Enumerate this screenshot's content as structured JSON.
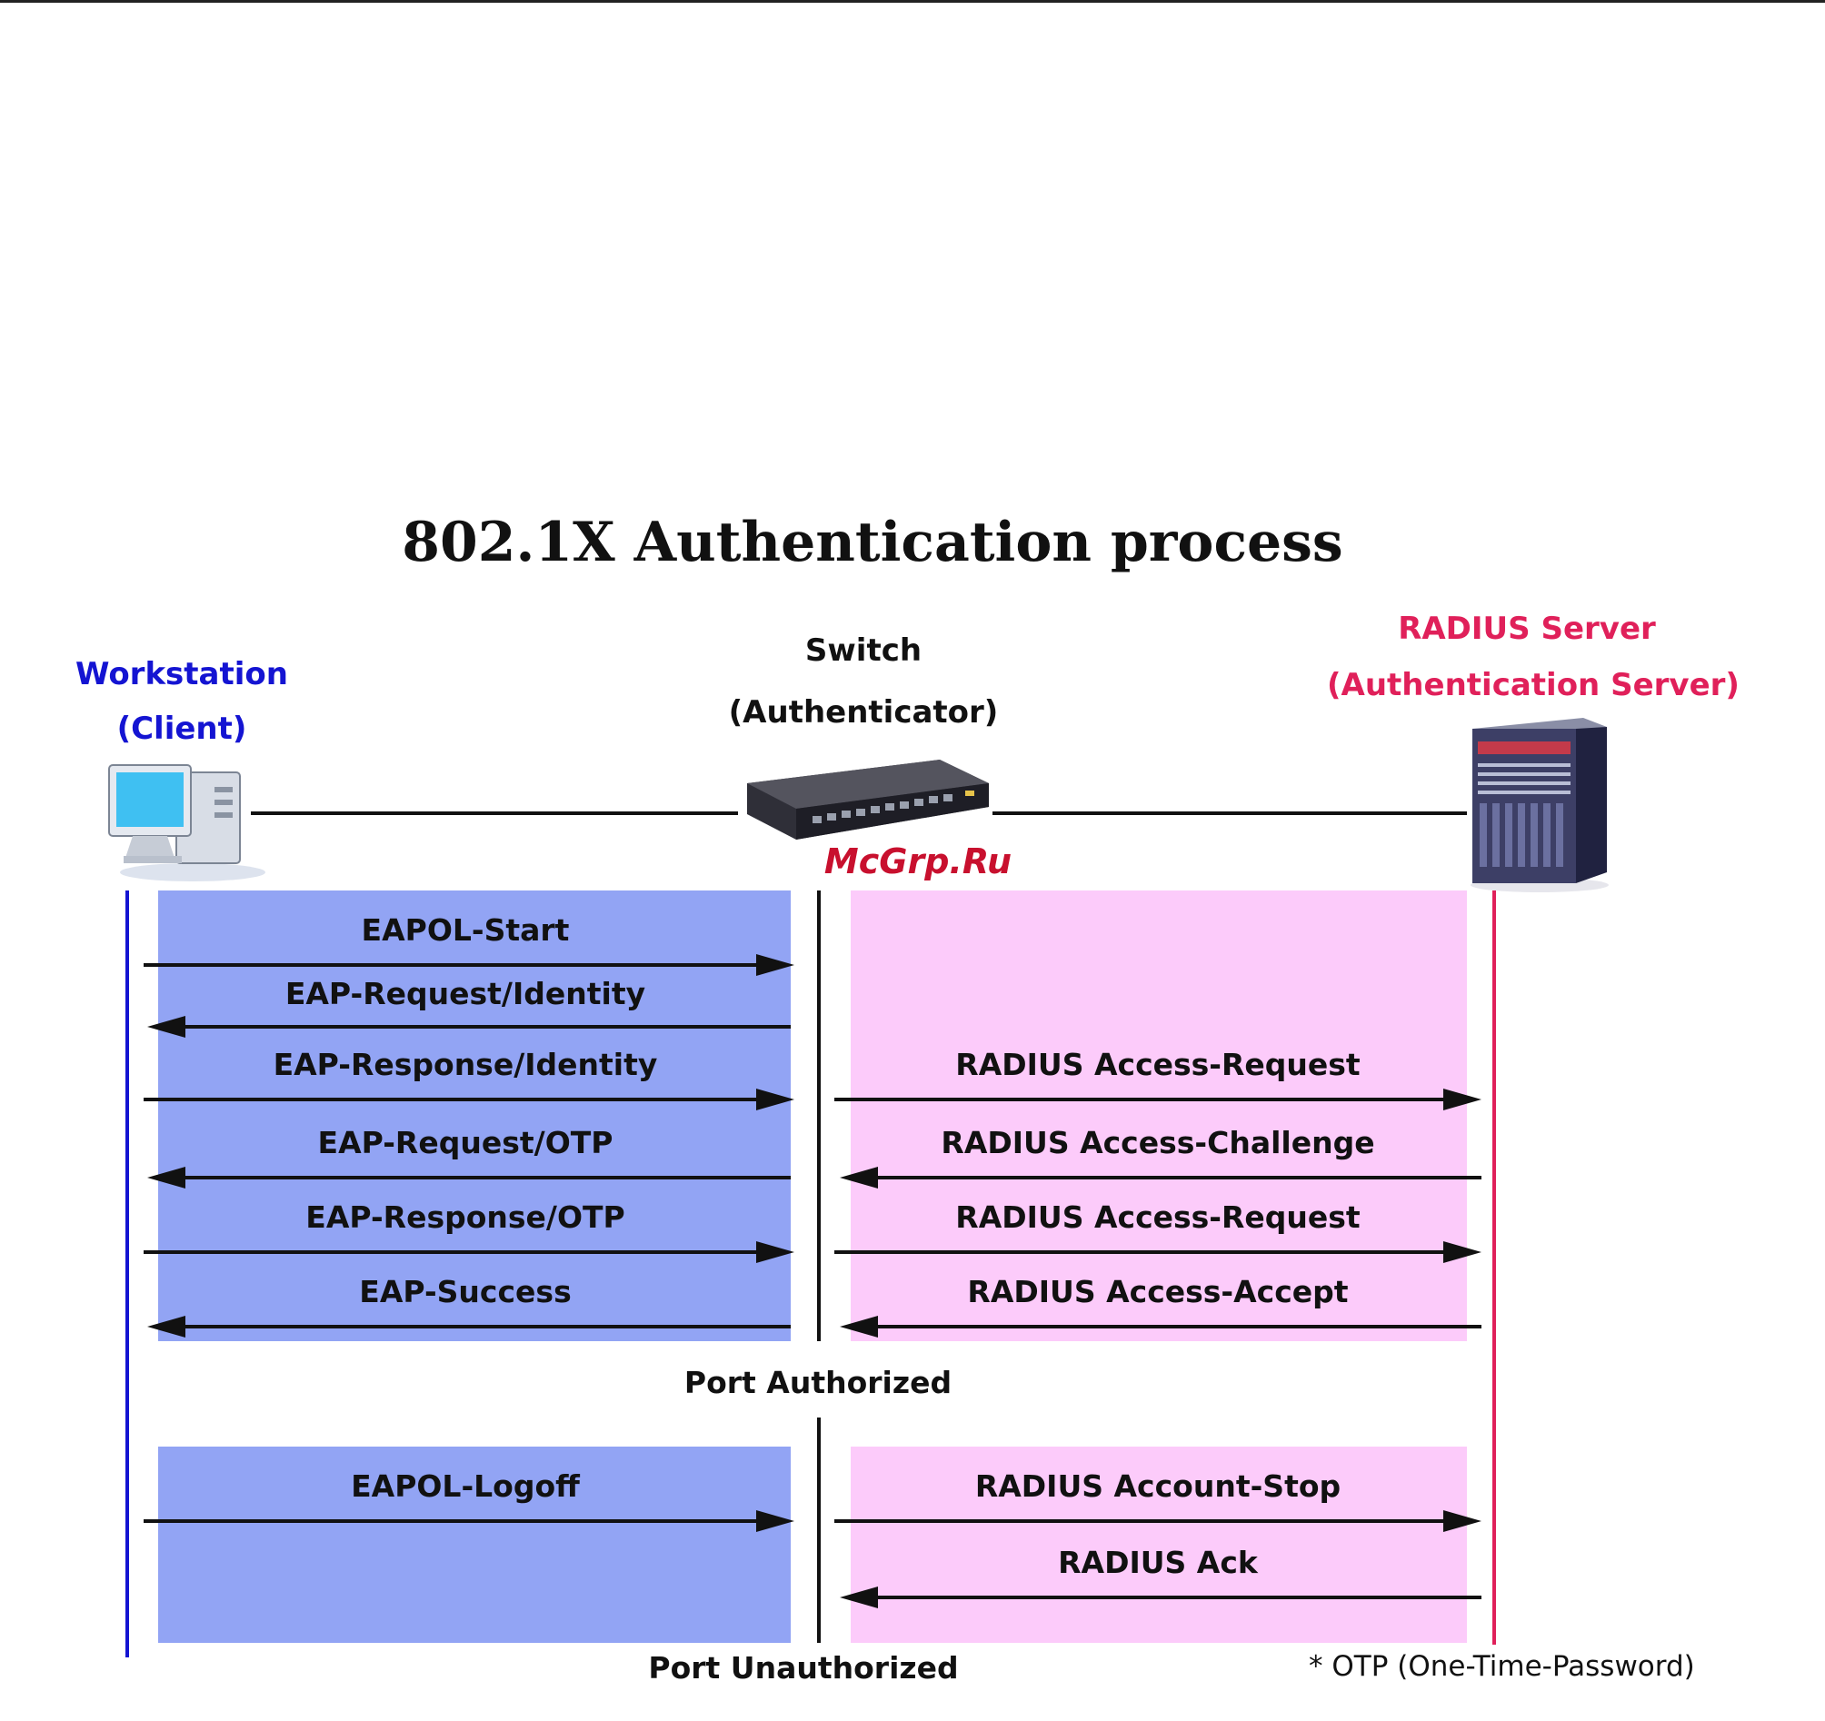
{
  "title": "802.1X Authentication process",
  "entities": {
    "workstation": {
      "name": "Workstation",
      "role": "(Client)"
    },
    "switch": {
      "name": "Switch",
      "role": "(Authenticator)"
    },
    "radius": {
      "name": "RADIUS Server",
      "role": "(Authentication Server)"
    }
  },
  "watermark": "McGrp.Ru",
  "client_messages": [
    {
      "label": "EAPOL-Start",
      "direction": "right"
    },
    {
      "label": "EAP-Request/Identity",
      "direction": "left"
    },
    {
      "label": "EAP-Response/Identity",
      "direction": "right"
    },
    {
      "label": "EAP-Request/OTP",
      "direction": "left"
    },
    {
      "label": "EAP-Response/OTP",
      "direction": "right"
    },
    {
      "label": "EAP-Success",
      "direction": "left"
    }
  ],
  "server_messages": [
    {
      "label": "RADIUS Access-Request",
      "direction": "right"
    },
    {
      "label": "RADIUS Access-Challenge",
      "direction": "left"
    },
    {
      "label": "RADIUS Access-Request",
      "direction": "right"
    },
    {
      "label": "RADIUS Access-Accept",
      "direction": "left"
    }
  ],
  "status_authorized": "Port Authorized",
  "logoff": {
    "client": {
      "label": "EAPOL-Logoff",
      "direction": "right"
    },
    "server": [
      {
        "label": "RADIUS Account-Stop",
        "direction": "right"
      },
      {
        "label": "RADIUS Ack",
        "direction": "left"
      }
    ]
  },
  "status_unauthorized": "Port Unauthorized",
  "footnote": "* OTP (One-Time-Password)",
  "colors": {
    "client": "#1414d2",
    "server": "#e0205a",
    "client_panel": "#92a4f4",
    "server_panel": "#fccbfa"
  }
}
